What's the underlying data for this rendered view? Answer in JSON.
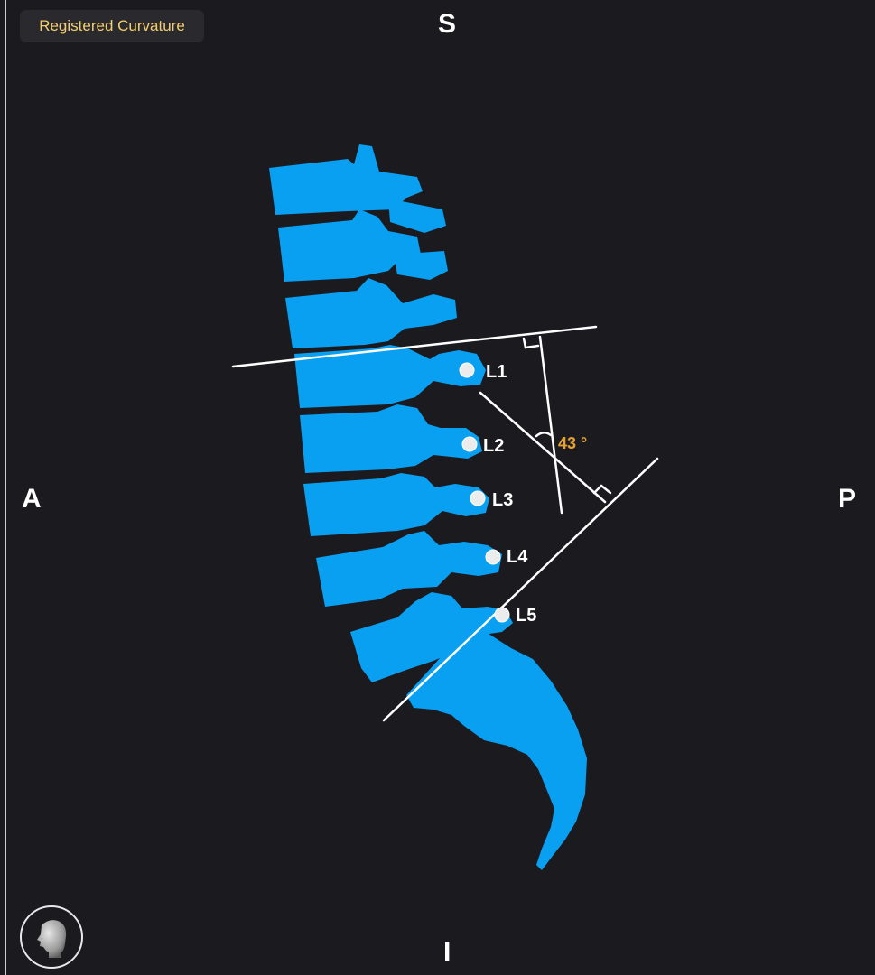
{
  "badge": {
    "label": "Registered Curvature"
  },
  "orientation": {
    "superior": "S",
    "inferior": "I",
    "anterior": "A",
    "posterior": "P"
  },
  "vertebrae": [
    {
      "label": "L1"
    },
    {
      "label": "L2"
    },
    {
      "label": "L3"
    },
    {
      "label": "L4"
    },
    {
      "label": "L5"
    }
  ],
  "measurement": {
    "angle_label": "43 °"
  },
  "view_control": {
    "icon": "head-profile-icon"
  },
  "colors": {
    "background": "#1b1a1f",
    "spine": "#0aa0f2",
    "badge_text": "#f2cf6e",
    "angle_text": "#e3a12f",
    "lines": "#ffffff"
  }
}
